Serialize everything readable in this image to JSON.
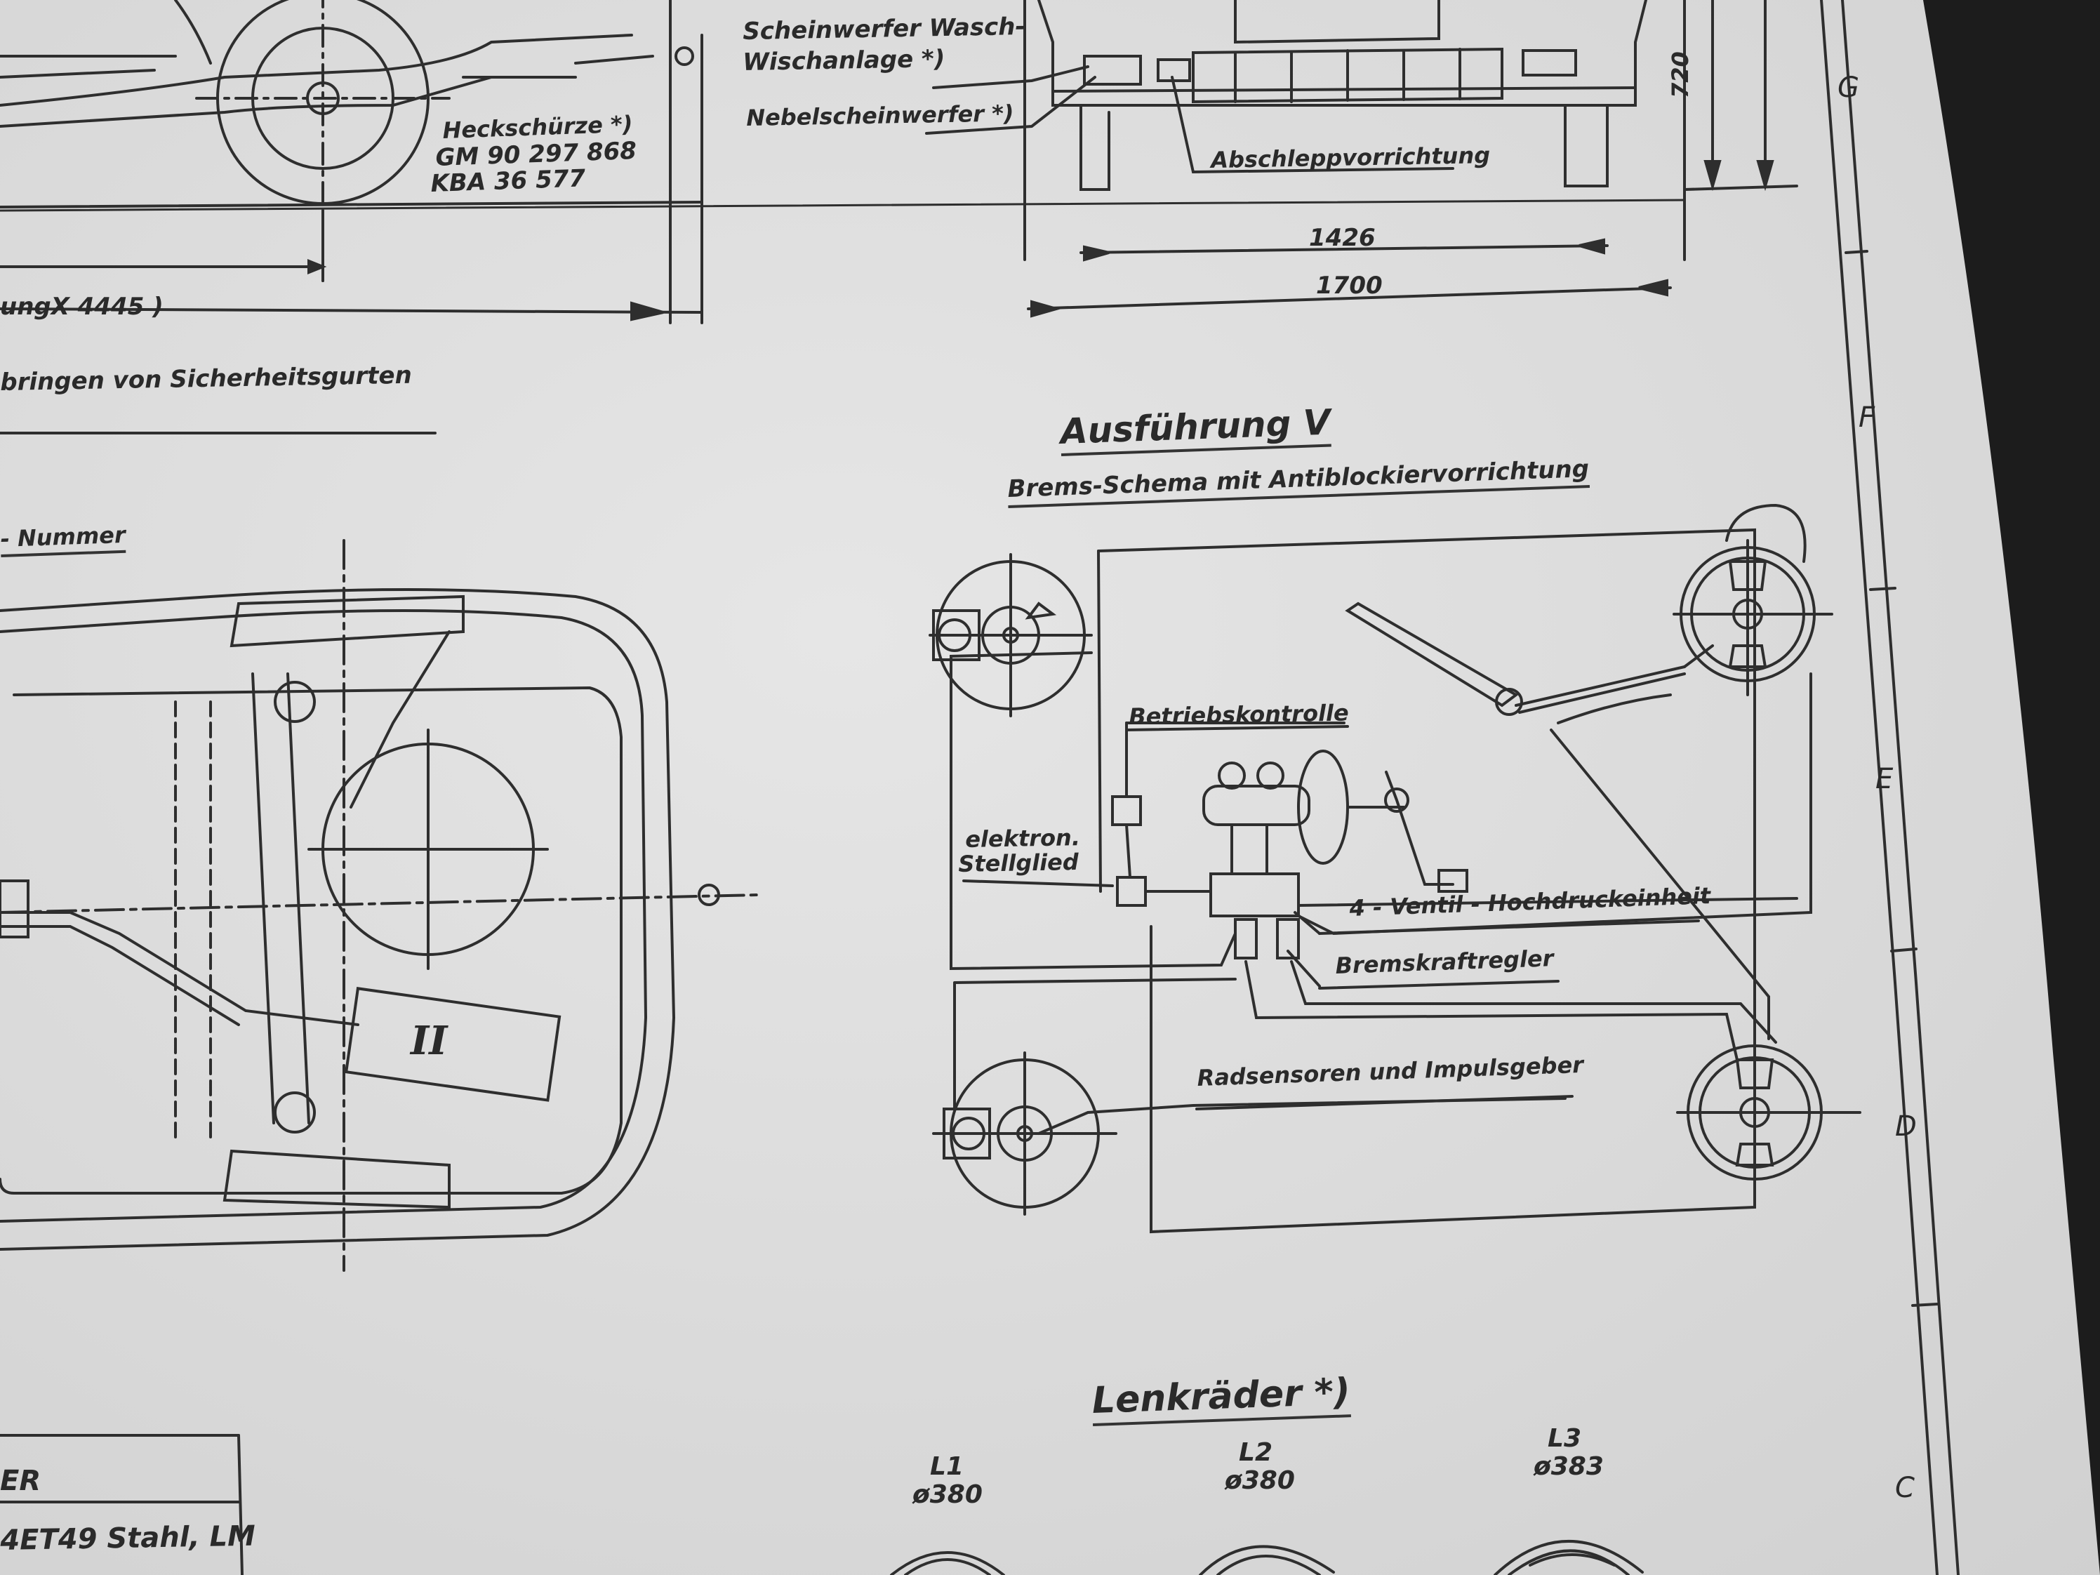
{
  "labels": {
    "scheinwerfer": "Scheinwerfer Wasch-",
    "wischanlage": "Wischanlage *)",
    "nebel": "Nebelscheinwerfer *)",
    "abschlepp": "Abschleppvorrichtung",
    "heckschuerze": "Heckschürze *)",
    "gm": "GM 90 297 868",
    "kba": "KBA 36 577",
    "ung": "ungX 4445  )",
    "sicherheit": "bringen  von  Sicherheitsgurten",
    "nummer": "- Nummer",
    "dim720": "720",
    "dim1426": "1426",
    "dim1700": "1700",
    "ausfuehrung": "Ausführung V",
    "brems_schema": "Brems-Schema mit Antiblockiervorrichtung",
    "betriebskontrolle": "Betriebskontrolle",
    "elektron": "elektron.",
    "stellglied": "Stellglied",
    "ventil": "4 - Ventil - Hochdruckeinheit",
    "bremskraft": "Bremskraftregler",
    "radsensoren": "Radsensoren  und  Impulsgeber",
    "roman_two": "II",
    "lenkraeder": "Lenkräder *)",
    "l1": "L1",
    "l1_d": "ø380",
    "l2": "L2",
    "l2_d": "ø380",
    "l3": "L3",
    "l3_d": "ø383",
    "table_er": "ER",
    "table_stahl": "4ET49 Stahl, LM",
    "zone_g": "G",
    "zone_f": "F",
    "zone_e": "E",
    "zone_d": "D",
    "zone_c": "C"
  },
  "colors": {
    "paper": "#dcdcdc",
    "ink": "#2a2a2a",
    "background": "#1c1c1c"
  }
}
